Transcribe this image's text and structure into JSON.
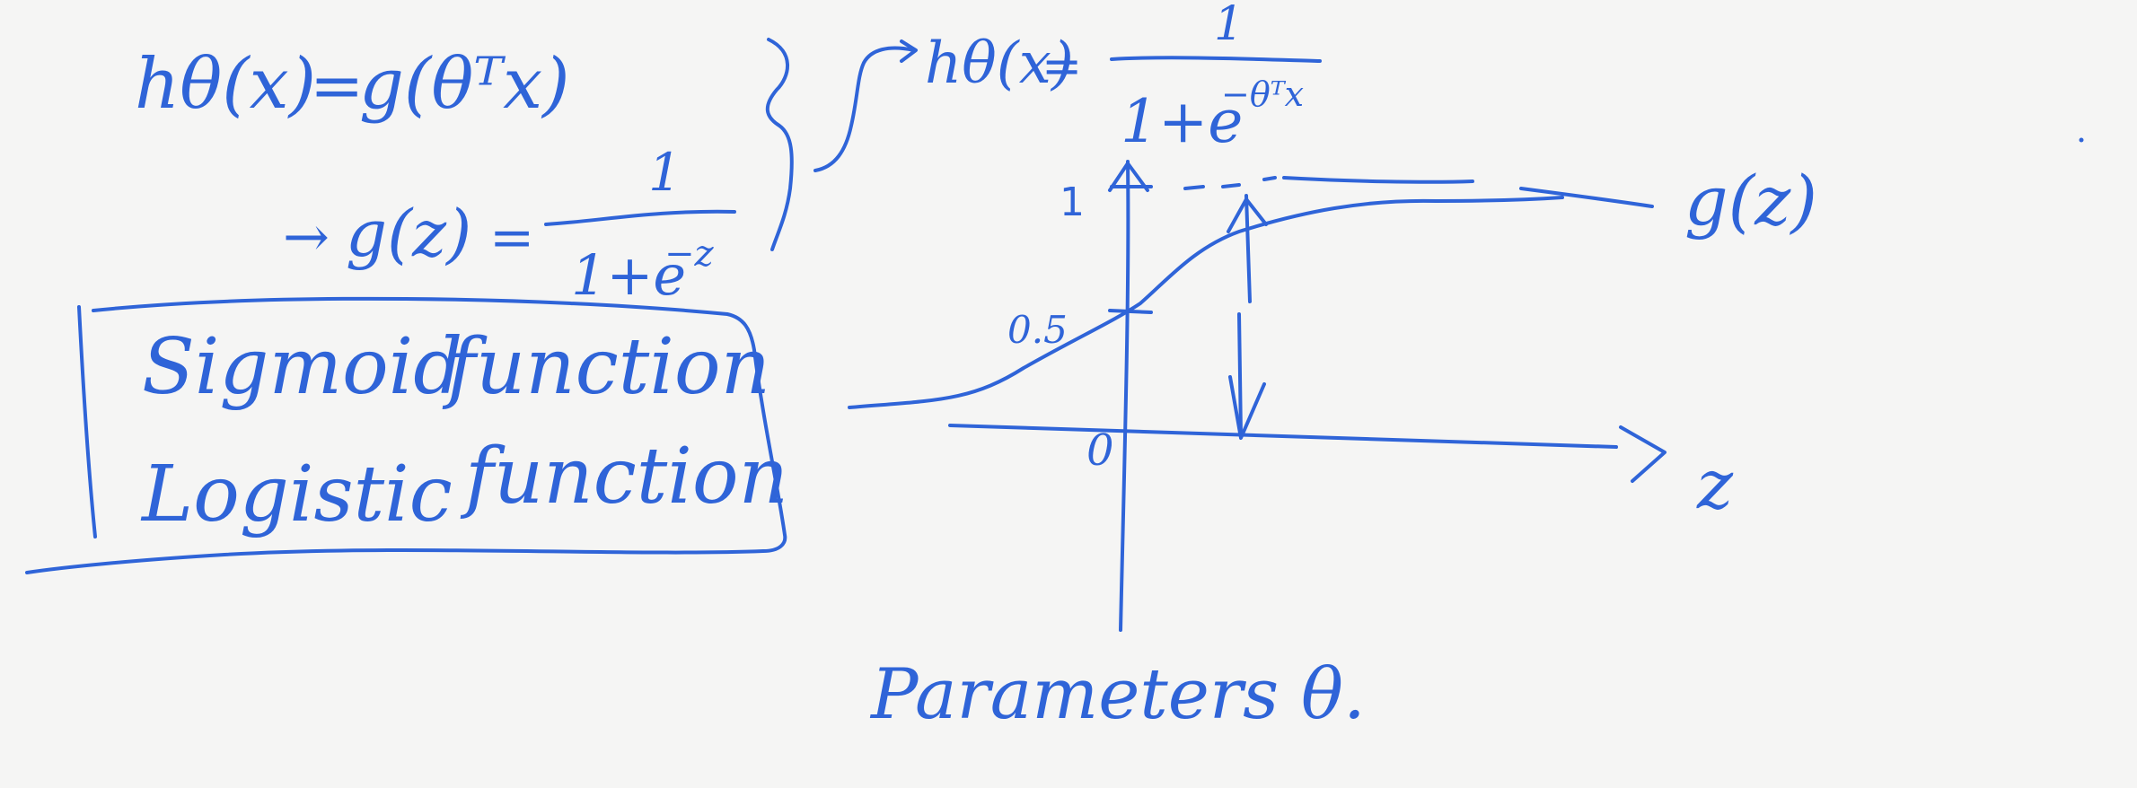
{
  "formulas": {
    "hypothesis": {
      "lhs": "hθ(x)",
      "eq": "=",
      "rhs": "g(θᵀx)"
    },
    "sigmoid_def": {
      "arrow": "→",
      "lhs": "g(z)",
      "eq": "=",
      "numerator": "1",
      "denominator_base": "1+e",
      "denominator_exp": "−z"
    },
    "combined": {
      "lhs": "hθ(x)",
      "eq": "=",
      "numerator": "1",
      "denominator_base": "1+e",
      "denominator_exp": "−θᵀx"
    }
  },
  "names_box": {
    "line1_word1": "Sigmoid",
    "line1_word2": "function",
    "line2_word1": "Logistic",
    "line2_word2": "function"
  },
  "graph": {
    "y_tick_1": "1",
    "y_tick_half": "0.5",
    "origin_label": "0",
    "x_axis_label": "z",
    "curve_label": "g(z)"
  },
  "footer": {
    "text": "Parameters θ."
  },
  "colors": {
    "ink": "#2f64d8",
    "paper": "#f5f5f4"
  }
}
